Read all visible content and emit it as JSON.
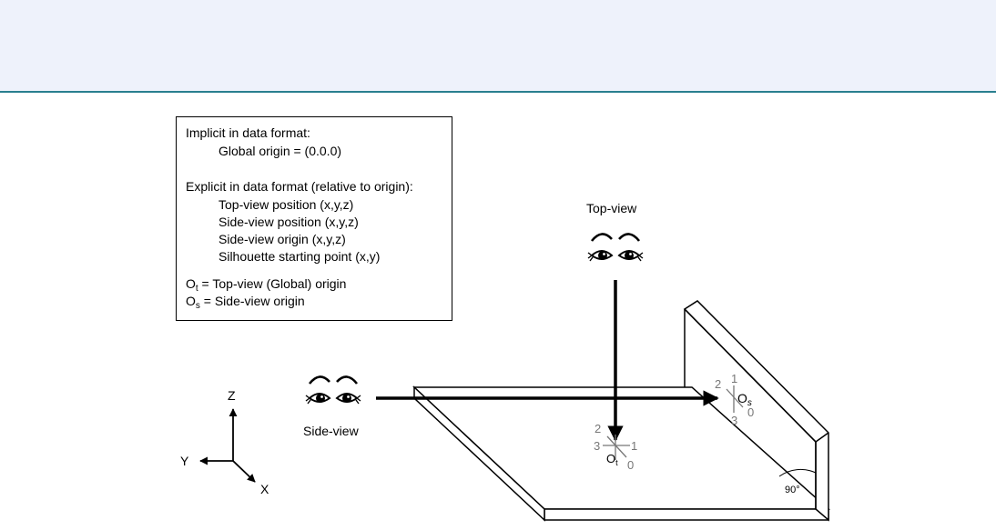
{
  "legend": {
    "implicit_heading": "Implicit in data format:",
    "implicit_items": [
      "Global origin = (0.0.0)"
    ],
    "explicit_heading": "Explicit in data format (relative to origin):",
    "explicit_items": [
      "Top-view position (x,y,z)",
      "Side-view position (x,y,z)",
      "Side-view origin (x,y,z)",
      "Silhouette starting point (x,y)"
    ],
    "ot_symbol": "O",
    "ot_sub": "t",
    "ot_desc": " = Top-view (Global) origin",
    "os_symbol": "O",
    "os_sub": "s",
    "os_desc": " = Side-view origin"
  },
  "viewers": {
    "top_label": "Top-view",
    "side_label": "Side-view"
  },
  "axes": {
    "z": "Z",
    "y": "Y",
    "x": "X"
  },
  "top_origin": {
    "symbol": "O",
    "sub": "t",
    "n0": "0",
    "n1": "1",
    "n2": "2",
    "n3": "3"
  },
  "side_origin": {
    "symbol": "O",
    "sub": "s",
    "n0": "0",
    "n1": "1",
    "n2": "2",
    "n3": "3"
  },
  "angle_label": "90°",
  "colors": {
    "header_band": "#eef2fb",
    "header_line": "#2a7f8f",
    "grey_marks": "#777777"
  }
}
